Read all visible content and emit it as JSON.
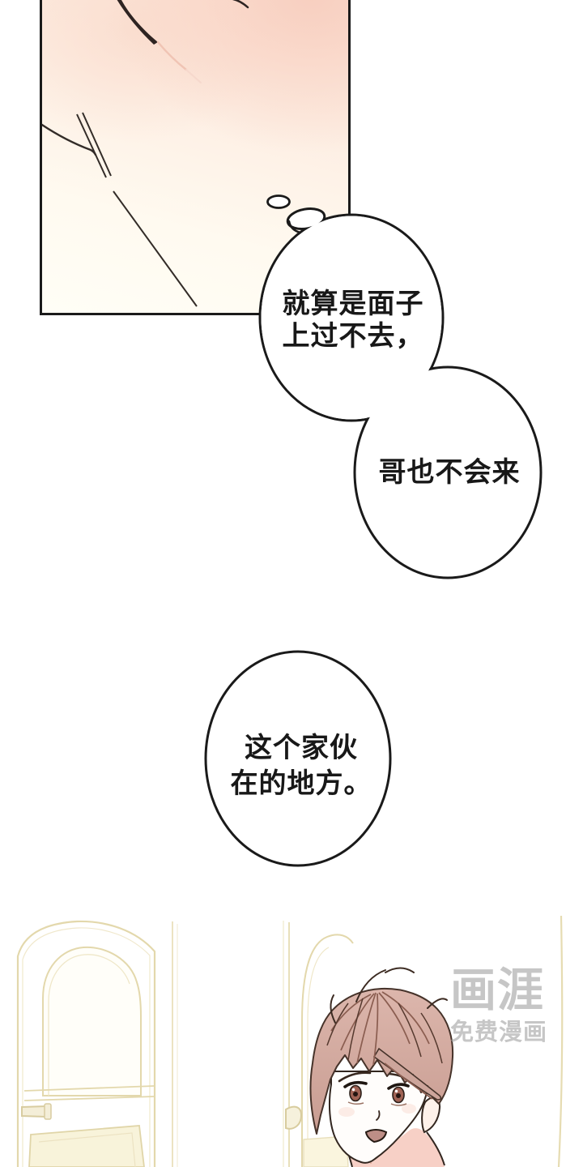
{
  "bubbles": [
    {
      "type": "thought-bubble",
      "text": "就算是面子\n上过不去，"
    },
    {
      "type": "thought-bubble",
      "text": "哥也不会来"
    },
    {
      "type": "thought-bubble",
      "text": "这个家伙\n在的地方。"
    }
  ],
  "watermark": {
    "logo": "画涯",
    "tagline": "免费漫画"
  },
  "colors": {
    "panel_border": "#1a1a1a",
    "closeup_peach": "#f8cfc0",
    "closeup_cream": "#fffef6",
    "door_line": "#e3d8ac",
    "hair": "#d2aaa0",
    "skin": "#f7d0c6",
    "iris": "#a06355",
    "mouth": "#bd8e86",
    "watermark_gray": "#bdbdbd"
  }
}
